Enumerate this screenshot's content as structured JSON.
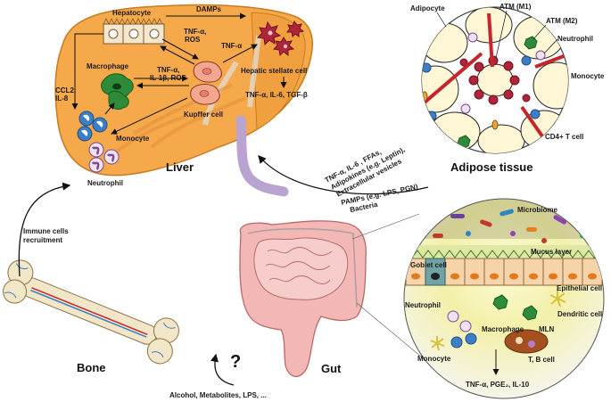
{
  "organs": {
    "liver": "Liver",
    "adipose": "Adipose tissue",
    "gut": "Gut",
    "bone": "Bone"
  },
  "liver": {
    "hepatocyte": "Hepatocyte",
    "damps": "DAMPs",
    "tnf_ros_1": "TNF-α,",
    "tnf_ros_2": "ROS",
    "tnf_stellate": "TNF-α",
    "hepatic_stellate": "Hepatic stellate cell",
    "stellate_out": "TNF-α, IL-6, TGF-β",
    "macrophage": "Macrophage",
    "mac_tnf_1": "TNF-α,",
    "mac_tnf_2": "IL-1β, ROS",
    "ccl2_1": "CCL2,",
    "ccl2_2": "IL-8",
    "kupffer": "Kupffer cell",
    "monocyte": "Monocyte",
    "neutrophil": "Neutrophil"
  },
  "adipose": {
    "adipocyte": "Adipocyte",
    "atm_m1": "ATM (M1)",
    "atm_m2": "ATM (M2)",
    "neutrophil": "Neutrophil",
    "monocyte": "Monocyte",
    "cd4": "CD4+ T cell"
  },
  "adipose_signals": {
    "line1": "TNF-α, IL-6 , FFAs,",
    "line2": "Adipokines  (e.g. Leptin),",
    "line3": "Extracellular vesicles"
  },
  "gut_signals": {
    "line1": "PAMPs (e.g. LPS, PGN)",
    "line2": "Bacteria"
  },
  "gut_inset": {
    "microbiome": "Microbiome",
    "mucus": "Mucus layer",
    "goblet": "Goblet cell",
    "epithelial": "Epithelial cell",
    "neutrophil": "Neutrophil",
    "dendritic": "Dendritic cell",
    "macrophage": "Macrophage",
    "monocyte": "Monocyte",
    "mln": "MLN",
    "tb": "T, B cell",
    "output": "TNF-α, PGE₂, IL-10"
  },
  "bone": {
    "recruit_1": "Immune cells",
    "recruit_2": "recruitment",
    "question": "?",
    "causes": "Alcohol, Metabolites, LPS, ..."
  },
  "colors": {
    "liver_fill": "#f6a94a",
    "liver_stroke": "#c97a1e",
    "adipocyte_fill": "#fff6d5",
    "gut_fill": "#f3b7b5",
    "vessel": "#b9a3d1",
    "macrophage": "#2e8b3a",
    "kupffer": "#f3a78f",
    "stellate": "#b0253a",
    "monocyte": "#3c7fc4",
    "neutrophil": "#b57bc6"
  }
}
